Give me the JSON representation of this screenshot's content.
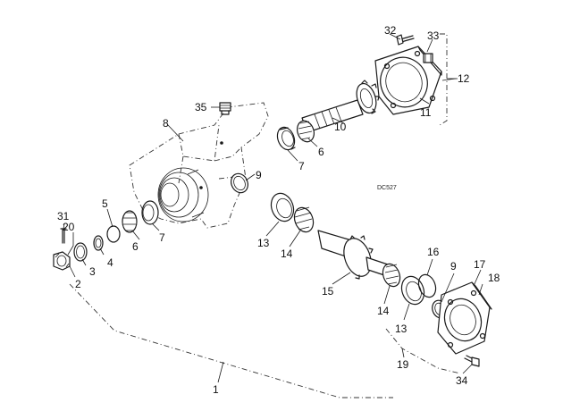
{
  "diagram": {
    "code": "DC527",
    "callouts": [
      {
        "id": "c1",
        "text": "1"
      },
      {
        "id": "c2",
        "text": "2"
      },
      {
        "id": "c3",
        "text": "3"
      },
      {
        "id": "c4",
        "text": "4"
      },
      {
        "id": "c5",
        "text": "5"
      },
      {
        "id": "c6a",
        "text": "6"
      },
      {
        "id": "c6b",
        "text": "6"
      },
      {
        "id": "c7a",
        "text": "7"
      },
      {
        "id": "c7b",
        "text": "7"
      },
      {
        "id": "c8",
        "text": "8"
      },
      {
        "id": "c9a",
        "text": "9"
      },
      {
        "id": "c9b",
        "text": "9"
      },
      {
        "id": "c10",
        "text": "10"
      },
      {
        "id": "c11",
        "text": "11"
      },
      {
        "id": "c12",
        "text": "12"
      },
      {
        "id": "c13a",
        "text": "13"
      },
      {
        "id": "c13b",
        "text": "13"
      },
      {
        "id": "c14a",
        "text": "14"
      },
      {
        "id": "c14b",
        "text": "14"
      },
      {
        "id": "c15",
        "text": "15"
      },
      {
        "id": "c16",
        "text": "16"
      },
      {
        "id": "c17",
        "text": "17"
      },
      {
        "id": "c18",
        "text": "18"
      },
      {
        "id": "c19",
        "text": "19"
      },
      {
        "id": "c20",
        "text": "20"
      },
      {
        "id": "c31",
        "text": "31"
      },
      {
        "id": "c32",
        "text": "32"
      },
      {
        "id": "c33",
        "text": "33"
      },
      {
        "id": "c34",
        "text": "34"
      },
      {
        "id": "c35",
        "text": "35"
      }
    ]
  }
}
